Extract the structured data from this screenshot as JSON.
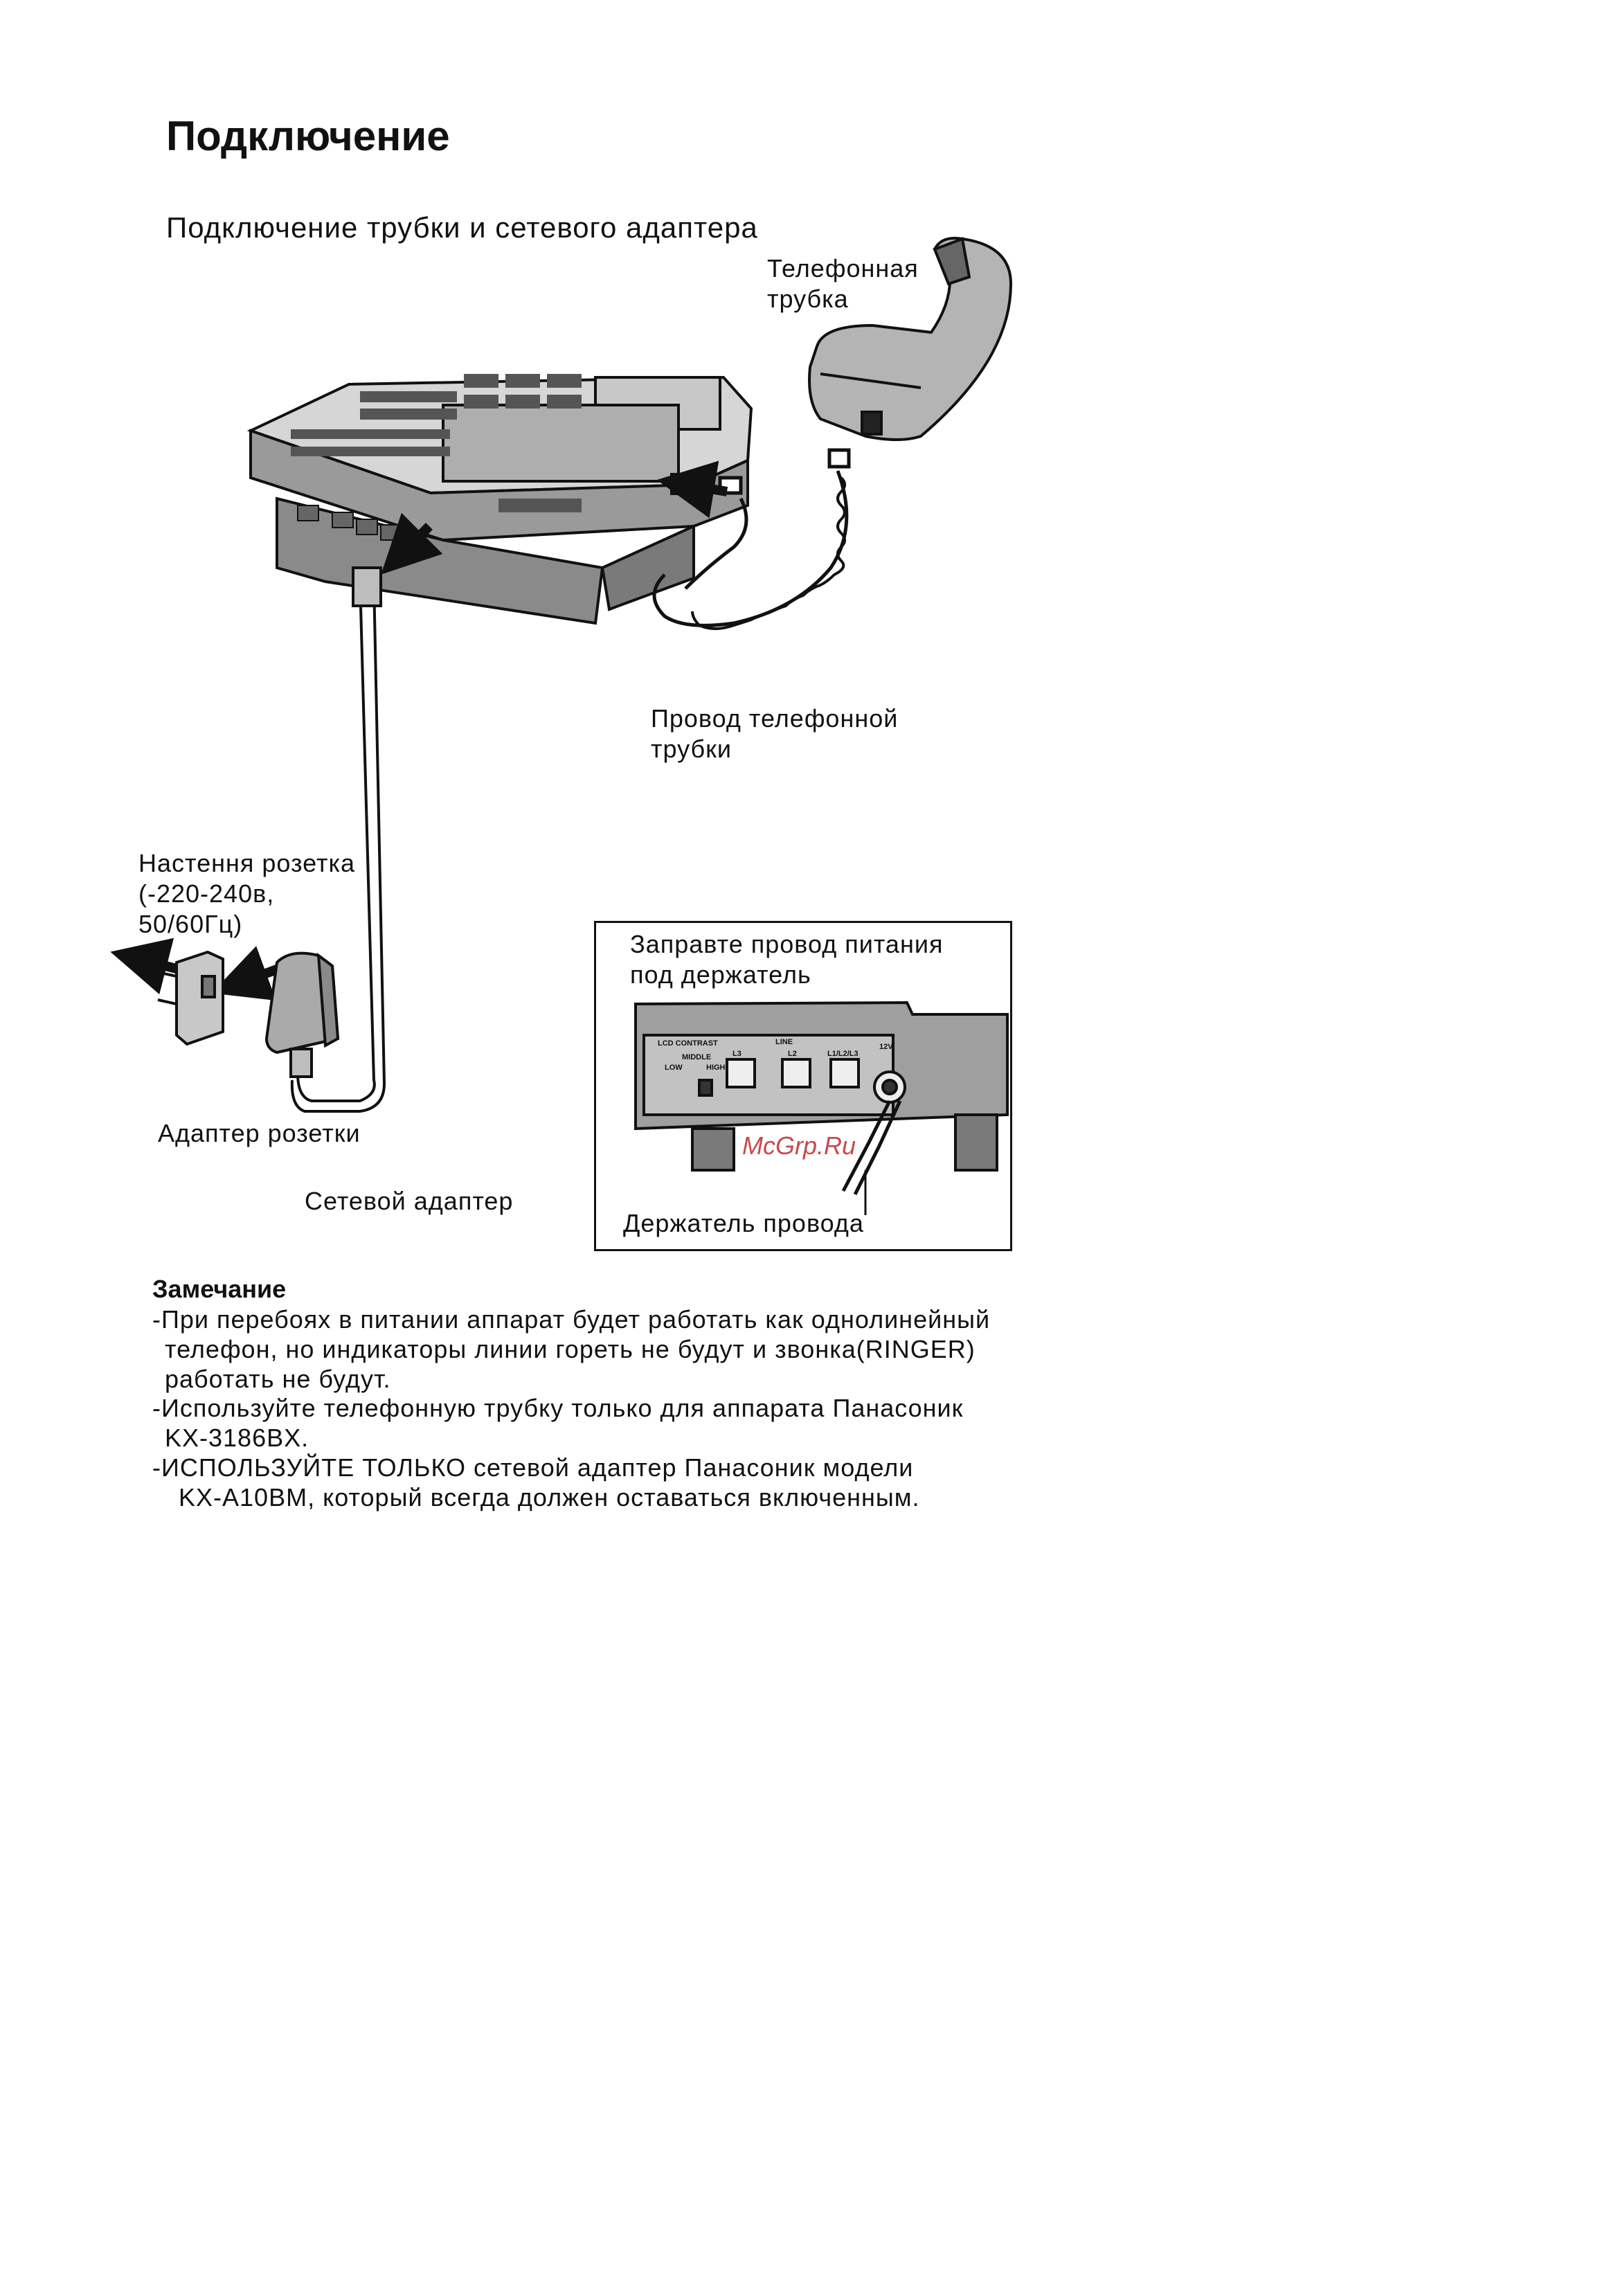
{
  "page": {
    "title": "Подключение",
    "subtitle": "Подключение трубки и сетевого адаптера"
  },
  "labels": {
    "handset": [
      "Телефонная",
      "трубка"
    ],
    "handset_cord": [
      "Провод телефонной",
      "трубки"
    ],
    "wall_outlet": [
      "Настення розетка",
      "(-220-240в,",
      "50/60Гц)"
    ],
    "outlet_adapter": "Адаптер розетки",
    "ac_adapter": "Сетевой адаптер"
  },
  "inset": {
    "caption": [
      "Заправте провод питания",
      "под держатель"
    ],
    "holder_label": "Держатель провода",
    "panel_text": {
      "lcd_contrast": "LCD CONTRAST",
      "line": "LINE",
      "middle": "MIDDLE",
      "low": "LOW",
      "high": "HIGH",
      "l3": "L3",
      "l2": "L2",
      "l1": "L1/L2/L3",
      "dc": "12V"
    },
    "watermark": "McGrp.Ru"
  },
  "notes": {
    "title": "Замечание",
    "lines": [
      "-При перебоях в питании аппарат будет работать как однолинейный",
      "телефон, но индикаторы линии гореть не будут и звонка(RINGER)",
      "работать не будут.",
      "-Используйте телефонную трубку только для аппарата Панасоник",
      "KX-3186BX.",
      "-ИСПОЛЬЗУЙТЕ ТОЛЬКО сетевой адаптер Панасоник модели",
      "KX-A10BM, который всегда должен оставаться включенным."
    ]
  },
  "icons": [
    "telephone-base-drawing",
    "handset-drawing",
    "coiled-cord-drawing",
    "ac-adapter-drawing",
    "plug-adapter-drawing",
    "arrow-icon",
    "rear-panel-drawing"
  ],
  "colors": {
    "ink": "#111111",
    "gray": "#bdbdbd",
    "watermark": "#c84a4a"
  }
}
